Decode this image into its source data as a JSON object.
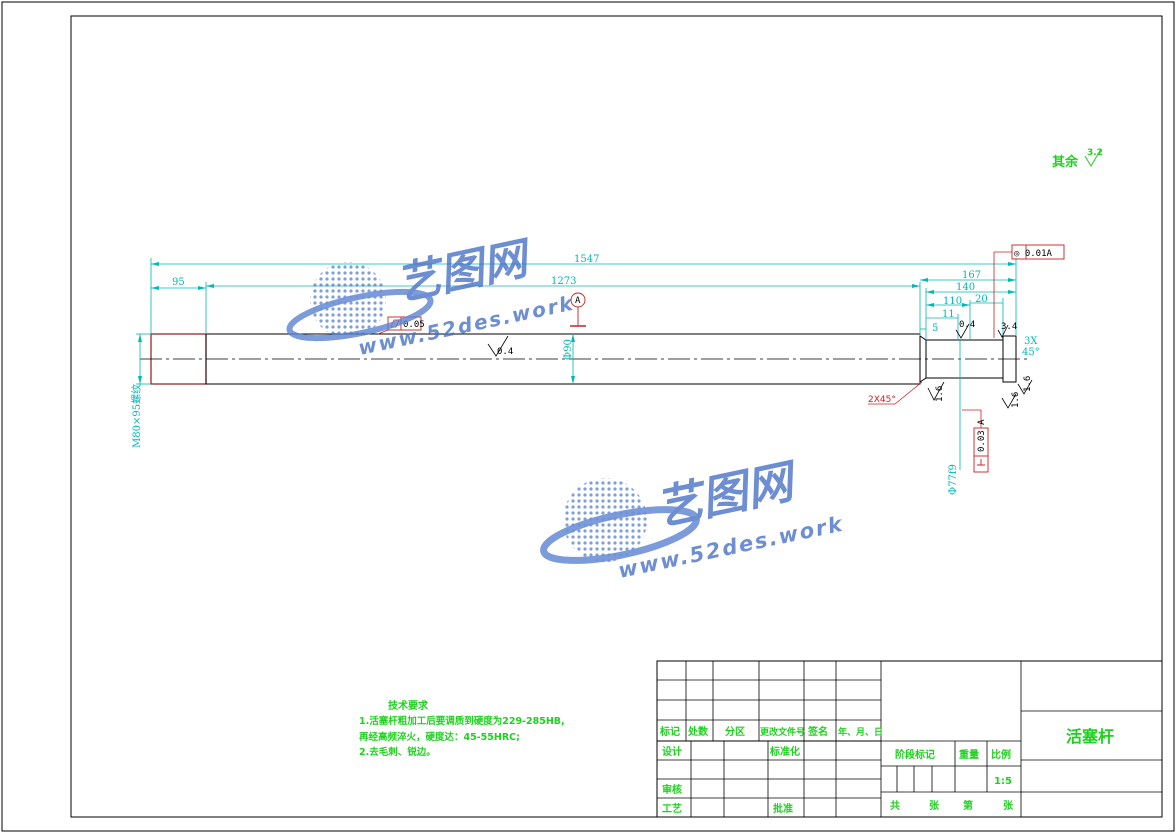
{
  "dimensions": {
    "total_length": "1547",
    "length_1273": "1273",
    "thread_length": "95",
    "len_167": "167",
    "len_140": "140",
    "len_110": "110",
    "len_20": "20",
    "len_11": "11",
    "len_5": "5",
    "dia_90": "Φ90",
    "dia_77": "Φ77f9",
    "thread_spec": "M80×95螺纹",
    "chamfer_left": "2X45°",
    "chamfer_right_a": "3X",
    "chamfer_right_b": "45°"
  },
  "surface_finish": {
    "rod": "0.4",
    "groove": "0.4",
    "right_end": "3.4",
    "rough_1": "1.6",
    "rough_2": "1.6",
    "rough_3": "1.6",
    "rest_label": "其余",
    "rest_value": "3.2"
  },
  "tolerances": {
    "flatness": "0.05",
    "coaxiality": "◎ 0.01A",
    "perp": "0.03 A",
    "datum": "A"
  },
  "notes": {
    "heading": "技术要求",
    "line1": "1.活塞杆粗加工后要调质到硬度为229-285HB,",
    "line2": "   再经高频淬火，硬度达：45-55HRC;",
    "line3": "2.去毛刺、锐边。"
  },
  "title_block": {
    "part_name": "活塞杆",
    "scale_label": "比例",
    "scale_value": "1:5",
    "weight_label": "重量",
    "stage_label": "阶段标记",
    "sheet_text": [
      "共",
      "张",
      "第",
      "张"
    ],
    "rev_headers": [
      "标记",
      "处数",
      "分区",
      "更改文件号",
      "签名",
      "年、月、日"
    ],
    "design": "设计",
    "standard": "标准化",
    "review": "审核",
    "process": "工艺",
    "approve": "批准"
  },
  "watermark": {
    "brand": "艺图网",
    "url": "www.52des.work"
  },
  "colors": {
    "dimension": "#00b8b8",
    "text": "#1fd11f",
    "tolerance": "#cc2020",
    "outline": "#000000",
    "watermark": "#3b6ecb"
  }
}
